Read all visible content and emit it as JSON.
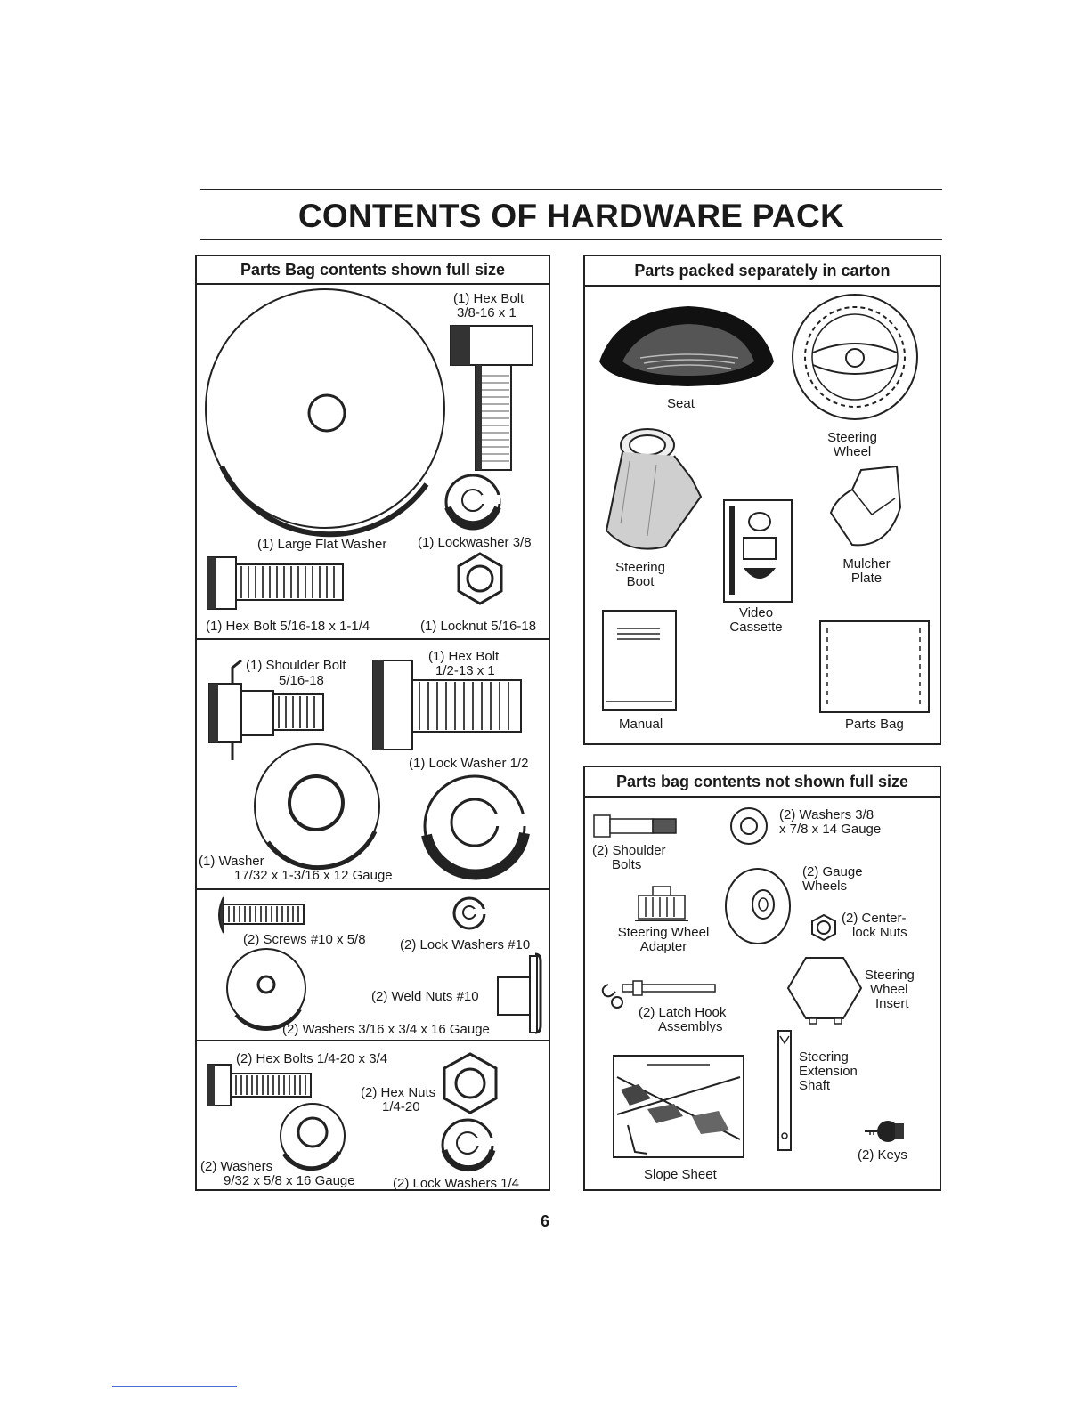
{
  "title": "CONTENTS OF HARDWARE PACK",
  "page_number": "6",
  "left_panel": {
    "heading": "Parts Bag contents shown full size",
    "s1": {
      "hex_bolt_a_1": "(1) Hex Bolt",
      "hex_bolt_a_2": "3/8-16 x 1",
      "large_flat_washer": "(1) Large Flat Washer",
      "lockwasher_3_8": "(1) Lockwasher 3/8",
      "hex_bolt_b": "(1) Hex Bolt 5/16-18 x 1-1/4",
      "locknut": "(1) Locknut 5/16-18"
    },
    "s2": {
      "shoulder_bolt_1": "(1) Shoulder Bolt",
      "shoulder_bolt_2": "5/16-18",
      "hex_bolt_c_1": "(1) Hex Bolt",
      "hex_bolt_c_2": "1/2-13 x 1",
      "lock_washer_half": "(1) Lock Washer 1/2",
      "washer_1": "(1) Washer",
      "washer_2": "17/32 x 1-3/16 x 12 Gauge"
    },
    "s3": {
      "screws": "(2) Screws #10 x 5/8",
      "lock_washers_10": "(2) Lock Washers #10",
      "weld_nuts": "(2) Weld Nuts #10",
      "washers_small": "(2) Washers 3/16 x 3/4 x 16 Gauge"
    },
    "s4": {
      "hex_bolts": "(2) Hex Bolts 1/4-20 x 3/4",
      "hex_nuts_1": "(2) Hex Nuts",
      "hex_nuts_2": "1/4-20",
      "washers_1": "(2) Washers",
      "washers_2": "9/32 x 5/8 x 16 Gauge",
      "lock_washers_quarter": "(2) Lock Washers 1/4"
    }
  },
  "carton_panel": {
    "heading": "Parts packed separately in carton",
    "seat": "Seat",
    "steering_wheel_1": "Steering",
    "steering_wheel_2": "Wheel",
    "steering_boot_1": "Steering",
    "steering_boot_2": "Boot",
    "video_1": "Video",
    "video_2": "Cassette",
    "mulcher_1": "Mulcher",
    "mulcher_2": "Plate",
    "manual": "Manual",
    "parts_bag": "Parts Bag"
  },
  "notfull_panel": {
    "heading": "Parts bag contents not shown full size",
    "shoulder_bolts_1": "(2) Shoulder",
    "shoulder_bolts_2": "Bolts",
    "washers_1": "(2) Washers 3/8",
    "washers_2": "x 7/8 x 14 Gauge",
    "gauge_wheels_1": "(2) Gauge",
    "gauge_wheels_2": "Wheels",
    "adapter_1": "Steering Wheel",
    "adapter_2": "Adapter",
    "locknuts_1": "(2) Center-",
    "locknuts_2": "lock Nuts",
    "insert_1": "Steering",
    "insert_2": "Wheel",
    "insert_3": "Insert",
    "latch_1": "(2) Latch Hook",
    "latch_2": "Assemblys",
    "ext_1": "Steering",
    "ext_2": "Extension",
    "ext_3": "Shaft",
    "slope_sheet": "Slope Sheet",
    "keys": "(2) Keys"
  }
}
